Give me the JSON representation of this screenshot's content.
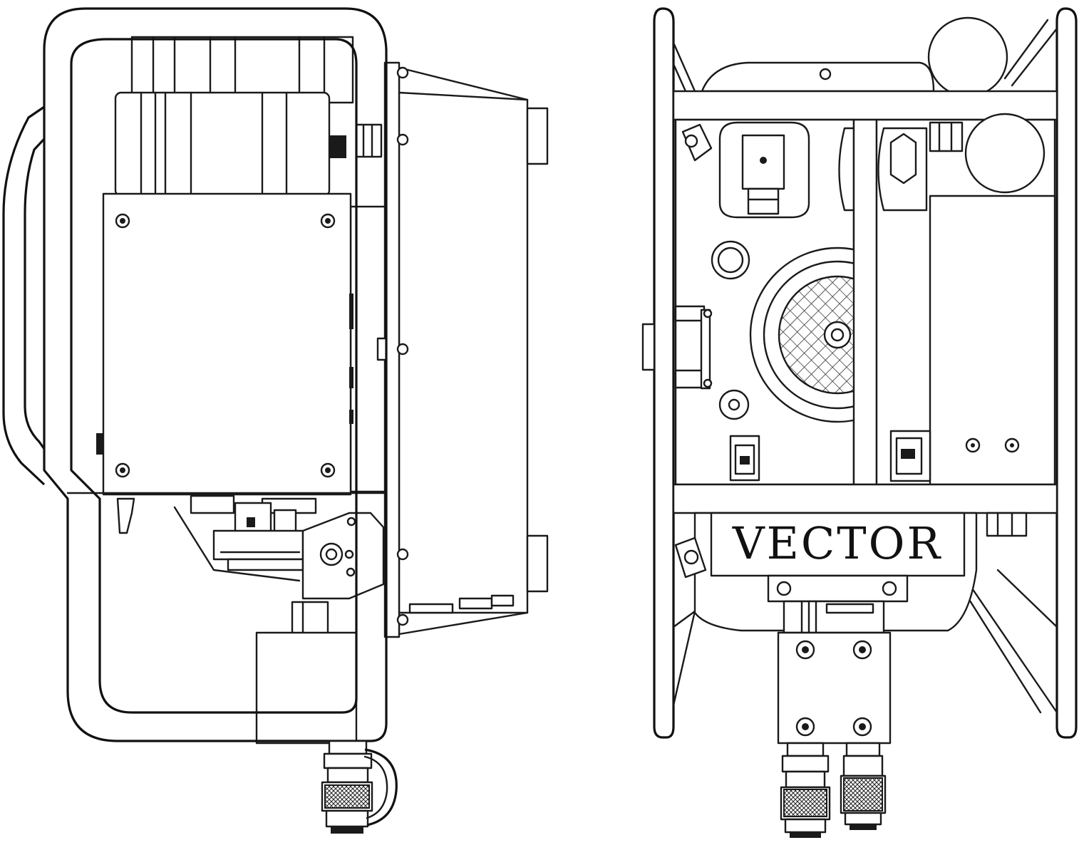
{
  "drawing": {
    "brand_logo": "VECTOR",
    "views": [
      {
        "id": "side-view"
      },
      {
        "id": "front-view"
      }
    ],
    "line_color": "#1a1a1a",
    "background": "#ffffff"
  }
}
